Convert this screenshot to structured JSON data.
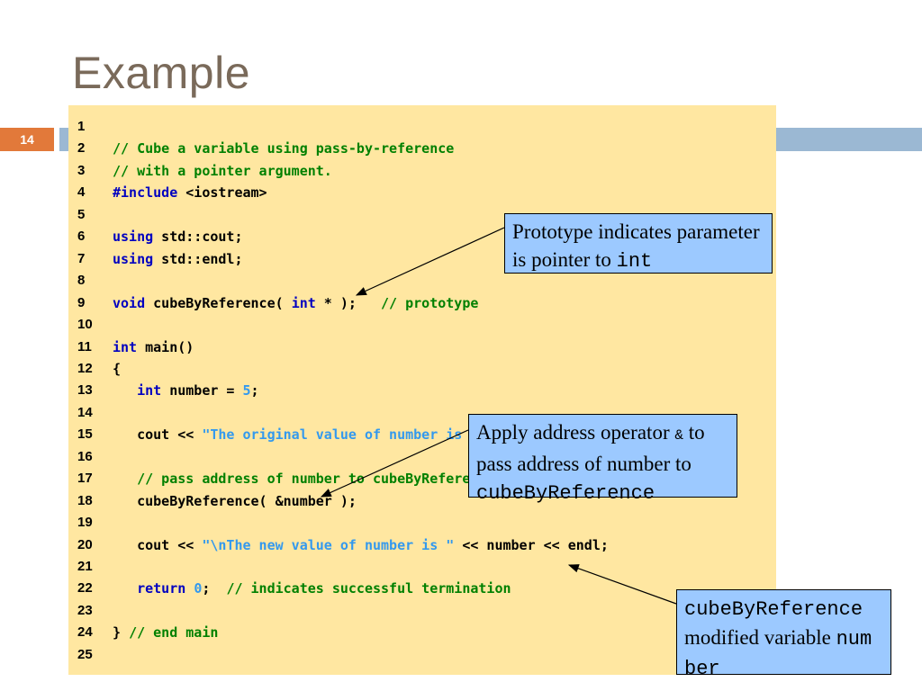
{
  "slide": {
    "title": "Example",
    "number": "14"
  },
  "code_lines": [
    {
      "n": "1",
      "parts": []
    },
    {
      "n": "2",
      "parts": [
        {
          "t": "// Cube a variable using pass-by-reference",
          "c": "cm"
        }
      ]
    },
    {
      "n": "3",
      "parts": [
        {
          "t": "// with a pointer argument.",
          "c": "cm"
        }
      ]
    },
    {
      "n": "4",
      "parts": [
        {
          "t": "#include",
          "c": "kw"
        },
        {
          "t": " <iostream>",
          "c": ""
        }
      ]
    },
    {
      "n": "5",
      "parts": []
    },
    {
      "n": "6",
      "parts": [
        {
          "t": "using",
          "c": "kw"
        },
        {
          "t": " std::cout;",
          "c": ""
        }
      ]
    },
    {
      "n": "7",
      "parts": [
        {
          "t": "using",
          "c": "kw"
        },
        {
          "t": " std::endl;",
          "c": ""
        }
      ]
    },
    {
      "n": "8",
      "parts": []
    },
    {
      "n": "9",
      "parts": [
        {
          "t": "void",
          "c": "kw"
        },
        {
          "t": " cubeByReference( ",
          "c": ""
        },
        {
          "t": "int",
          "c": "kw"
        },
        {
          "t": " * );   ",
          "c": ""
        },
        {
          "t": "// prototype",
          "c": "cm"
        }
      ]
    },
    {
      "n": "10",
      "parts": []
    },
    {
      "n": "11",
      "parts": [
        {
          "t": "int",
          "c": "kw"
        },
        {
          "t": " main()",
          "c": ""
        }
      ]
    },
    {
      "n": "12",
      "parts": [
        {
          "t": "{",
          "c": ""
        }
      ]
    },
    {
      "n": "13",
      "parts": [
        {
          "t": "   ",
          "c": ""
        },
        {
          "t": "int",
          "c": "kw"
        },
        {
          "t": " number = ",
          "c": ""
        },
        {
          "t": "5",
          "c": "nm"
        },
        {
          "t": ";",
          "c": ""
        }
      ]
    },
    {
      "n": "14",
      "parts": []
    },
    {
      "n": "15",
      "parts": [
        {
          "t": "   cout << ",
          "c": ""
        },
        {
          "t": "\"The original value of number is \"",
          "c": "st"
        },
        {
          "t": " << number;",
          "c": ""
        }
      ]
    },
    {
      "n": "16",
      "parts": []
    },
    {
      "n": "17",
      "parts": [
        {
          "t": "   // pass address of number to cubeByReference",
          "c": "cm"
        }
      ]
    },
    {
      "n": "18",
      "parts": [
        {
          "t": "   cubeByReference( &number );",
          "c": ""
        }
      ]
    },
    {
      "n": "19",
      "parts": []
    },
    {
      "n": "20",
      "parts": [
        {
          "t": "   cout << ",
          "c": ""
        },
        {
          "t": "\"\\nThe new value of number is \"",
          "c": "st"
        },
        {
          "t": " << number << endl;",
          "c": ""
        }
      ]
    },
    {
      "n": "21",
      "parts": []
    },
    {
      "n": "22",
      "parts": [
        {
          "t": "   ",
          "c": ""
        },
        {
          "t": "return",
          "c": "kw"
        },
        {
          "t": " ",
          "c": ""
        },
        {
          "t": "0",
          "c": "nm"
        },
        {
          "t": ";  ",
          "c": ""
        },
        {
          "t": "// indicates successful termination",
          "c": "cm"
        }
      ]
    },
    {
      "n": "23",
      "parts": []
    },
    {
      "n": "24",
      "parts": [
        {
          "t": "} ",
          "c": ""
        },
        {
          "t": "// end main",
          "c": "cm"
        }
      ]
    },
    {
      "n": "25",
      "parts": []
    }
  ],
  "callouts": {
    "prototype": {
      "text": "Prototype indicates parameter is pointer to ",
      "code": "int"
    },
    "address": {
      "text1": "Apply address operator ",
      "code1": "&",
      "text2": " to pass address of number to ",
      "code2": "cubeByReference"
    },
    "modified": {
      "code1": "cubeByReference",
      "text": " modified variable ",
      "code2": "number"
    }
  },
  "colors": {
    "code_bg": "#ffe7a1",
    "callout_bg": "#9cc9ff",
    "band": "#9bb8d3",
    "slide_number_bg": "#e2793a",
    "comment": "#008000",
    "keyword": "#0000c0",
    "string": "#3399ee"
  }
}
